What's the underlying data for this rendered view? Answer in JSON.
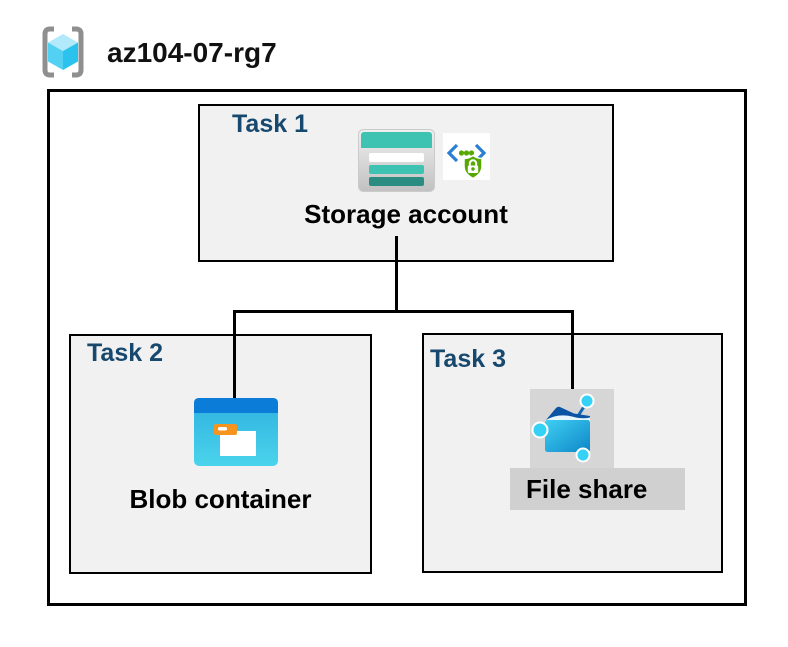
{
  "header": {
    "title": "az104-07-rg7",
    "icon": "azure-resource-group-icon"
  },
  "tasks": [
    {
      "label": "Task 1",
      "caption": "Storage account",
      "icons": [
        "storage-account-icon",
        "shield-lock-code-icon"
      ]
    },
    {
      "label": "Task 2",
      "caption": "Blob container",
      "icons": [
        "blob-container-icon"
      ]
    },
    {
      "label": "Task 3",
      "caption": "File share",
      "icons": [
        "file-share-icon"
      ]
    }
  ],
  "connections": [
    {
      "from": "Storage account",
      "to": "Blob container"
    },
    {
      "from": "Storage account",
      "to": "File share"
    }
  ],
  "colors": {
    "task_label": "#17496F",
    "task_box_fill": "#F1F1F1",
    "border": "#000000",
    "storage_teal": "#3EC3B3",
    "storage_teal_dark": "#2B8D81",
    "blob_header_blue": "#0B7CD8",
    "blob_body_cyan": "#3CC5E7",
    "folder_tab_orange": "#F79420",
    "file_share_gray": "#D6D6D6",
    "shield_green": "#58A700",
    "bracket_blue": "#2A7FD4",
    "cube_cyan": "#2CC2EE"
  }
}
